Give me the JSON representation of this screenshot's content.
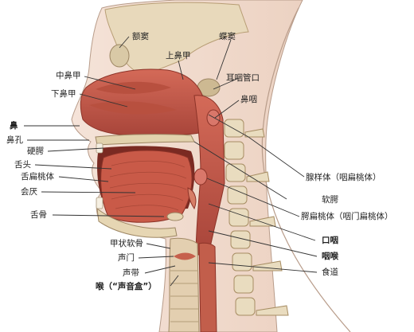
{
  "labels": {
    "frontal_sinus": "额窦",
    "sphenoid_sinus": "蝶窦",
    "superior_turbinate": "上鼻甲",
    "middle_turbinate": "中鼻甲",
    "inferior_turbinate": "下鼻甲",
    "eustachian_opening": "耳咽管口",
    "nasopharynx": "鼻咽",
    "nose": "鼻",
    "nostril": "鼻孔",
    "hard_palate": "硬腭",
    "tongue": "舌头",
    "lingual_tonsil": "舌扁桃体",
    "epiglottis": "会厌",
    "hyoid": "舌骨",
    "adenoid": "腺样体（咽扁桃体）",
    "soft_palate": "软腭",
    "palatine_tonsil": "腭扁桃体（咽门扁桃体）",
    "oropharynx": "口咽",
    "laryngopharynx": "咽喉",
    "esophagus": "食道",
    "thyroid_cartilage": "甲状软骨",
    "glottis": "声门",
    "vocal_cords": "声带",
    "larynx": "喉（“声音盒”）"
  },
  "colors": {
    "tissue": "#c65a4a",
    "tissue_dark": "#9b3b2f",
    "bone": "#e9dcbf",
    "skin": "#f2ddd0",
    "leader": "#333333"
  }
}
